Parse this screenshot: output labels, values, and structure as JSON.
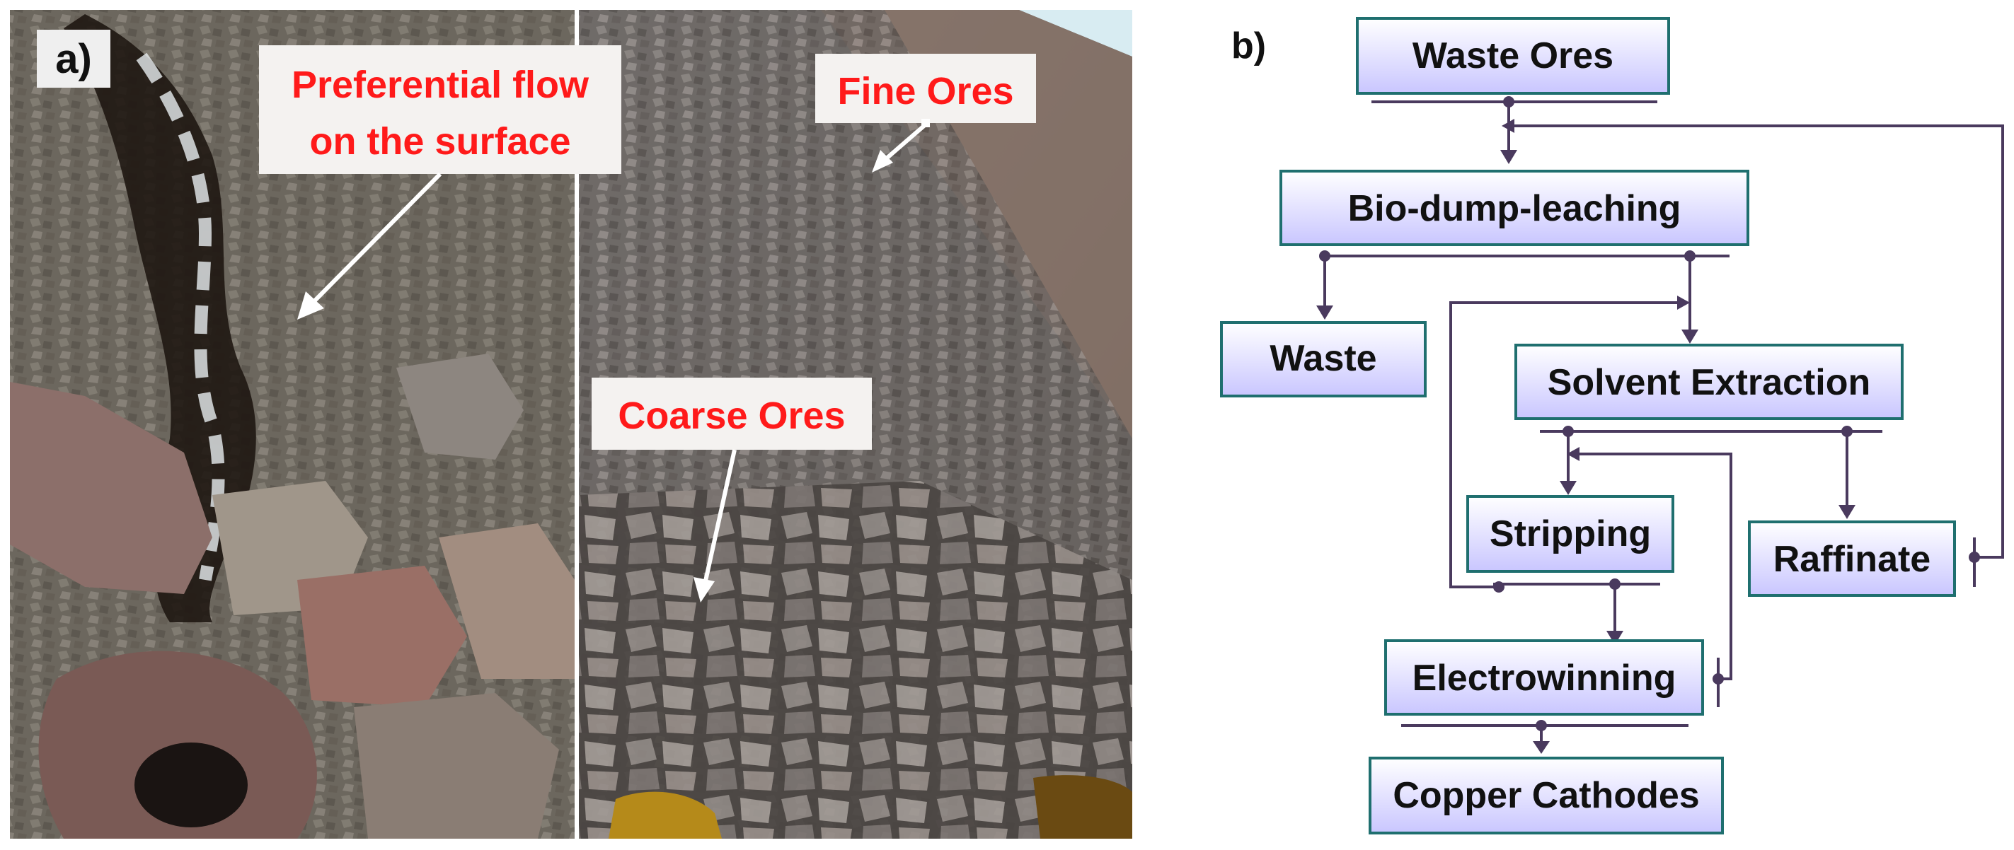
{
  "panel_a": {
    "label": "a)",
    "callouts": {
      "preferential_flow_line1": "Preferential flow",
      "preferential_flow_line2": "on the surface",
      "fine_ores": "Fine Ores",
      "coarse_ores": "Coarse Ores"
    }
  },
  "panel_b": {
    "label": "b)",
    "nodes": {
      "waste_ores": "Waste Ores",
      "bio_dump_leaching": "Bio-dump-leaching",
      "waste": "Waste",
      "solvent_extraction": "Solvent Extraction",
      "stripping": "Stripping",
      "raffinate": "Raffinate",
      "electrowinning": "Electrowinning",
      "copper_cathodes": "Copper Cathodes"
    }
  },
  "colors": {
    "callout_text": "#ff1a1a",
    "node_fill_top": "#ffffff",
    "node_fill_bottom": "#c9c6ff",
    "node_border": "#1f6f6f",
    "connector": "#4a3a5e"
  }
}
